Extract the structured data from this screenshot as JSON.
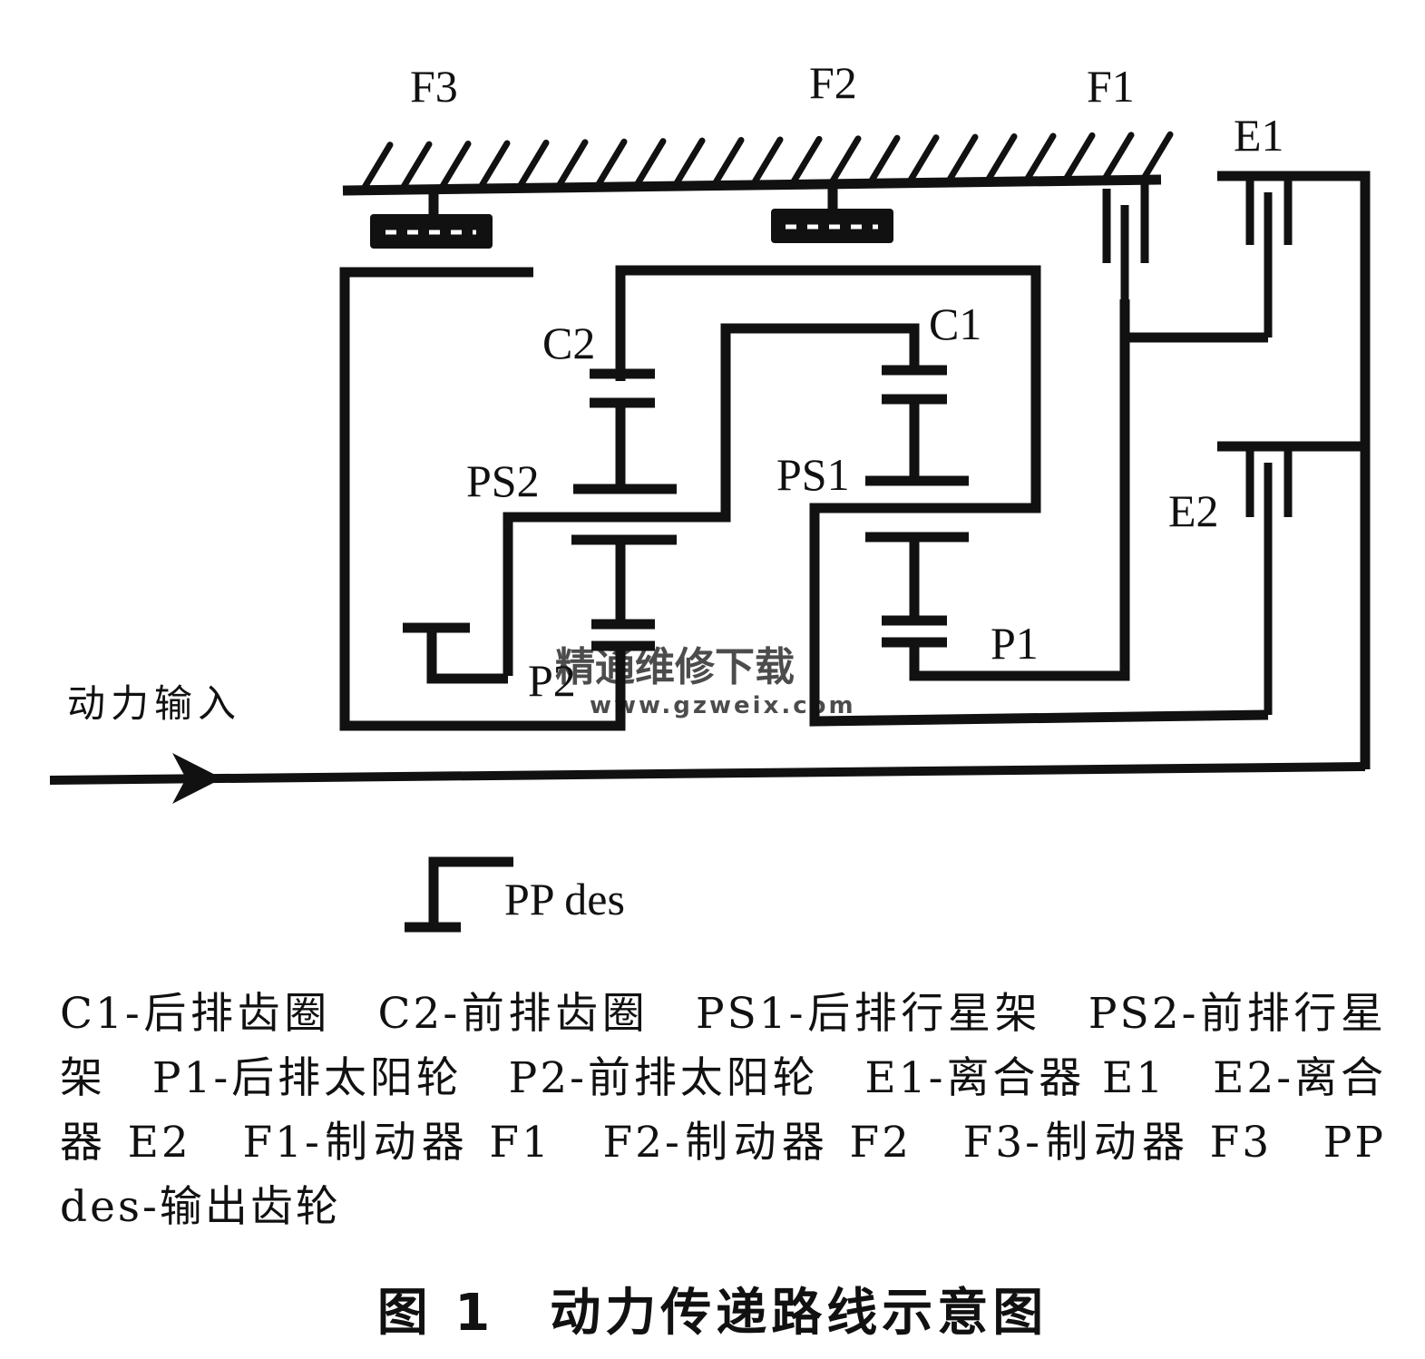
{
  "diagram": {
    "labels": {
      "f3": "F3",
      "f2": "F2",
      "f1": "F1",
      "e1": "E1",
      "e2": "E2",
      "c1": "C1",
      "c2": "C2",
      "ps1": "PS1",
      "ps2": "PS2",
      "p1": "P1",
      "p2": "P2",
      "pp_des": "PP des",
      "power_input": "动力输入"
    },
    "watermark": {
      "name": "精通维修下载",
      "url": "www.gzweix.com"
    }
  },
  "legend": {
    "text": "C1-后排齿圈　C2-前排齿圈　PS1-后排行星架　PS2-前排行星架　P1-后排太阳轮　P2-前排太阳轮　E1-离合器 E1　E2-离合器 E2　F1-制动器 F1　F2-制动器 F2　F3-制动器 F3　PP des-输出齿轮"
  },
  "caption": {
    "text": "图 1　动力传递路线示意图"
  }
}
